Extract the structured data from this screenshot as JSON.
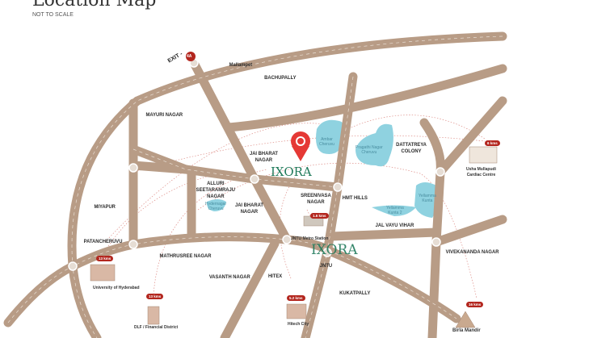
{
  "header": {
    "title": "Location Map",
    "subtitle": "NOT TO SCALE"
  },
  "exit": {
    "label": "EXIT -",
    "number": "4A"
  },
  "project": {
    "name": "IXORA"
  },
  "colors": {
    "road": "#b89c86",
    "road_line": "#e9dfd5",
    "lake": "#8fd2e0",
    "pin": "#e53935",
    "badge": "#b3261e",
    "brand": "#1f7a5a"
  },
  "areas": [
    "Mallampet",
    "BACHUPALLY",
    "MAYURI NAGAR",
    "JAI BHARAT\nNAGAR",
    "ALLURI\nSEETARAMRAJU\nNAGAR",
    "JAI BHARAT\nNAGAR",
    "SREENIVASA\nNAGAR",
    "HMT HILLS",
    "DATTATREYA\nCOLONY",
    "JAL VAYU VIHAR",
    "VIVEKANANDA NAGAR",
    "MIYAPUR",
    "PATANCHERUVU",
    "MATHRUSREE NAGAR",
    "VASANTH NAGAR",
    "HITEX",
    "JNTU",
    "KUKATPALLY"
  ],
  "lakes": [
    "Ambar\nCheruvu",
    "Pragathi Nagar\nCheruvu",
    "Yellamma\nKunta",
    "Yellamma\nKunta 2",
    "Hydernagar\nCheruvu"
  ],
  "landmarks": [
    {
      "name": "JNTU Metro Station",
      "distance": "1.6 kms"
    },
    {
      "name": "Usha Mullapudi\nCardiac Centre",
      "distance": "6 kms"
    },
    {
      "name": "University of Hyderabad",
      "distance": "13 kms"
    },
    {
      "name": "DLF / Financial District",
      "distance": "13 kms"
    },
    {
      "name": "Hitech City",
      "distance": "5.2 kms"
    },
    {
      "name": "Birla Mandir",
      "distance": "16 kms"
    }
  ]
}
